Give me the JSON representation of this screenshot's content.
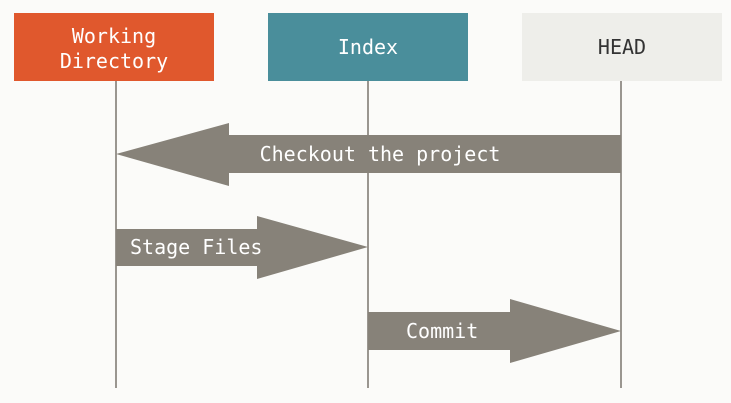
{
  "colors": {
    "working_directory": "#e0582d",
    "index": "#4a8e9b",
    "head": "#eeeeea",
    "arrow": "#878279",
    "lifeline": "#9a9690",
    "label_light": "#ffffff",
    "label_dark": "#333333"
  },
  "boxes": {
    "working_directory": {
      "line1": "Working",
      "line2": "Directory"
    },
    "index": {
      "label": "Index"
    },
    "head": {
      "label": "HEAD"
    }
  },
  "arrows": {
    "checkout": {
      "label": "Checkout the project",
      "from": "HEAD",
      "to": "Working Directory"
    },
    "stage": {
      "label": "Stage Files",
      "from": "Working Directory",
      "to": "Index"
    },
    "commit": {
      "label": "Commit",
      "from": "Index",
      "to": "HEAD"
    }
  }
}
